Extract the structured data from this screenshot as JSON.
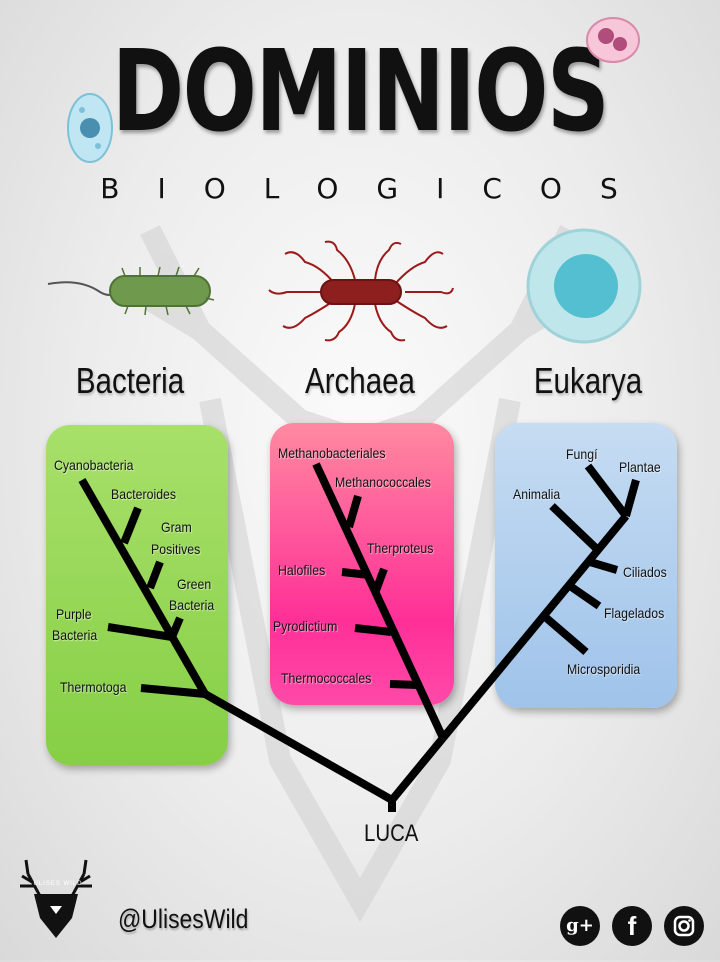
{
  "header": {
    "title": "DOMINIOS",
    "subtitle": "BIOLOGICOS"
  },
  "domains": {
    "bacteria": {
      "name": "Bacteria",
      "color": "#8fd14f",
      "taxa": [
        "Cyanobacteria",
        "Bacteroides",
        "Gram",
        "Positives",
        "Green",
        "Bacteria",
        "Purple",
        "Bacteria",
        "Thermotoga"
      ]
    },
    "archaea": {
      "name": "Archaea",
      "color": "#ff3f9a",
      "taxa": [
        "Methanobacteriales",
        "Methanococcales",
        "Therproteus",
        "Halofiles",
        "Pyrodictium",
        "Thermococcales"
      ]
    },
    "eukarya": {
      "name": "Eukarya",
      "color": "#a9c9ea",
      "taxa": [
        "Fungí",
        "Plantae",
        "Animalia",
        "Ciliados",
        "Flagelados",
        "Microsporidia"
      ]
    }
  },
  "root": {
    "label": "LUCA"
  },
  "footer": {
    "handle": "@UlisesWild",
    "logo_text": "ULISES WILD",
    "social": [
      "google-plus-icon",
      "facebook-icon",
      "instagram-icon"
    ],
    "social_labels": {
      "gplus": "g+",
      "facebook": "f"
    }
  }
}
